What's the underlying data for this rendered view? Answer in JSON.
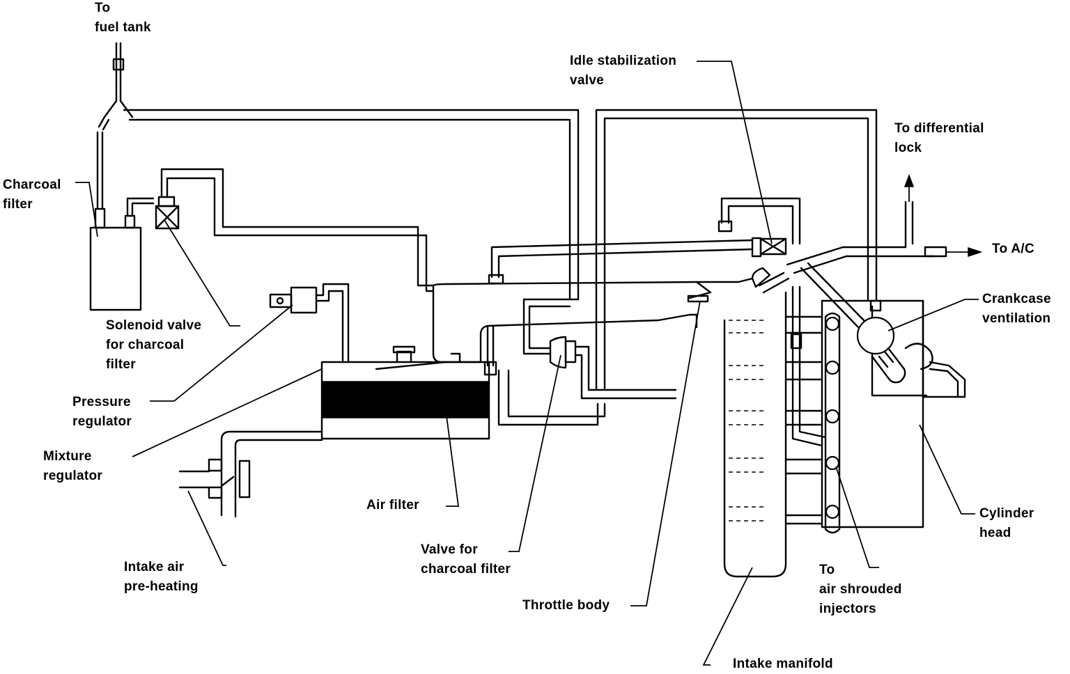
{
  "labels": {
    "to_fuel_tank": [
      "To",
      "fuel tank"
    ],
    "charcoal_filter": [
      "Charcoal",
      "filter"
    ],
    "solenoid_valve": [
      "Solenoid valve",
      "for charcoal",
      "filter"
    ],
    "pressure_regulator": [
      "Pressure",
      "regulator"
    ],
    "mixture_regulator": [
      "Mixture",
      "regulator"
    ],
    "intake_air_preheating": [
      "Intake air",
      "pre-heating"
    ],
    "air_filter": [
      "Air filter"
    ],
    "valve_charcoal_filter": [
      "Valve for",
      "charcoal filter"
    ],
    "throttle_body": [
      "Throttle body"
    ],
    "intake_manifold": [
      "Intake manifold"
    ],
    "idle_stabilization_valve": [
      "Idle stabilization",
      "valve"
    ],
    "to_differential_lock": [
      "To differential",
      "lock"
    ],
    "to_ac": [
      "To A/C"
    ],
    "crankcase_ventilation": [
      "Crankcase",
      "ventilation"
    ],
    "cylinder_head": [
      "Cylinder",
      "head"
    ],
    "to_air_shrouded_injectors": [
      "To",
      "air shrouded",
      "injectors"
    ]
  }
}
